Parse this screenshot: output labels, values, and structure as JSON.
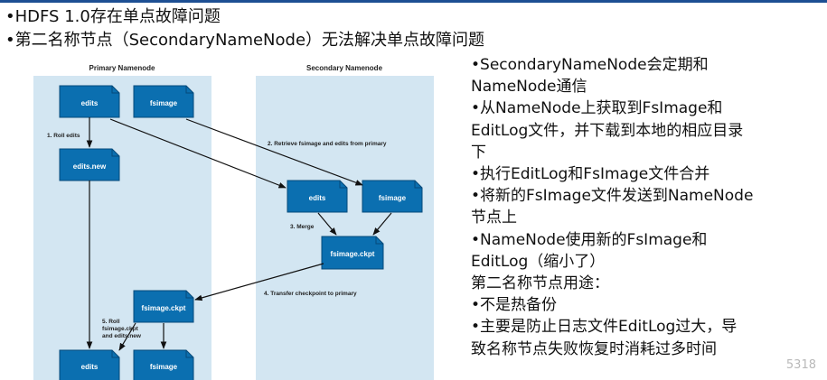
{
  "header": {
    "line1": "•HDFS 1.0存在单点故障问题",
    "line2": "•第二名称节点（SecondaryNameNode）无法解决单点故障问题"
  },
  "diagram": {
    "primary_title": "Primary Namenode",
    "secondary_title": "Secondary Namenode",
    "boxes": {
      "edits_top": "edits",
      "fsimage_top": "fsimage",
      "edits_new": "edits.new",
      "edits_sec": "edits",
      "fsimage_sec": "fsimage",
      "fsimage_ckpt_sec": "fsimage.ckpt",
      "fsimage_ckpt_pri": "fsimage.ckpt",
      "edits_bottom": "edits",
      "fsimage_bottom": "fsimage"
    },
    "steps": {
      "s1": "1. Roll edits",
      "s2": "2. Retrieve fsimage and edits from primary",
      "s3": "3. Merge",
      "s4": "4. Transfer checkpoint to primary",
      "s5_1": "5. Roll",
      "s5_2": "fsimage.ckpt",
      "s5_3": "and edits.new"
    },
    "colors": {
      "panel": "#d3e6f2",
      "box": "#0b6fb0",
      "box_edge": "#064a7a",
      "arrow": "#111111"
    }
  },
  "right_text": {
    "items": [
      "•SecondaryNameNode会定期和",
      "NameNode通信",
      "•从NameNode上获取到FsImage和",
      "EditLog文件，并下载到本地的相应目录",
      "下",
      "•执行EditLog和FsImage文件合并",
      "•将新的FsImage文件发送到NameNode",
      "节点上",
      "•NameNode使用新的FsImage和",
      "EditLog（缩小了）",
      "第二名称节点用途：",
      "•不是热备份",
      "•主要是防止日志文件EditLog过大，导",
      "致名称节点失败恢复时消耗过多时间"
    ]
  },
  "watermark": "5318"
}
